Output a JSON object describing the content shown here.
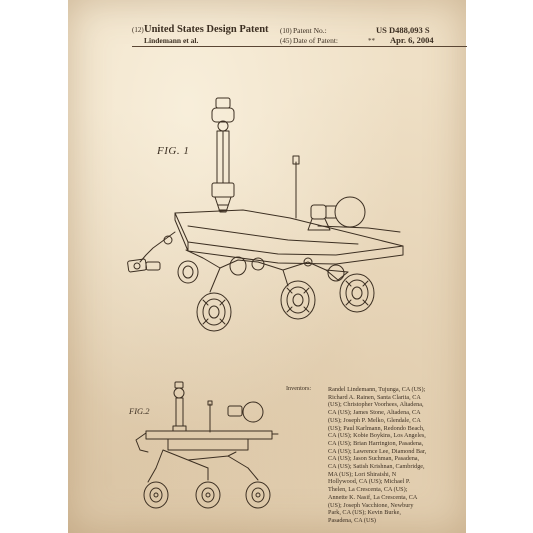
{
  "header": {
    "kind_code_label": "(12)",
    "title": "United States Design Patent",
    "inventor_short": "Lindemann et al.",
    "patent_no_code": "(10)",
    "patent_no_label": "Patent No.:",
    "patent_no_value": "US D488,093 S",
    "date_code": "(45)",
    "date_label": "Date of Patent:",
    "date_marker": "**",
    "date_value": "Apr. 6, 2004"
  },
  "figures": {
    "fig1_label": "FIG. 1",
    "fig2_label": "FIG.2"
  },
  "inventors": {
    "label": "Inventors:",
    "lines": [
      "Randel Lindemann, Tujunga, CA (US);",
      "Richard A. Rainen, Santa Clarita, CA",
      "(US); Christopher Voorhees, Altadena,",
      "CA (US); James Stone, Altadena, CA",
      "(US); Joseph P. Melko, Glendale, CA",
      "(US); Paul Karlmann, Redondo Beach,",
      "CA (US); Kobie Boykins, Los Angeles,",
      "CA (US); Brian Harrington, Pasadena,",
      "CA (US); Lawrence Lee, Diamond Bar,",
      "CA (US); Jason Suchman, Pasadena,",
      "CA (US); Satish Krishnan, Cambridge,",
      "MA (US); Lori Shiraishi, N",
      "Hollywood, CA (US); Michael P.",
      "Thelen, La Crescenta, CA (US);",
      "Annette K. Nasif, La Crescenta, CA",
      "(US); Joseph Vacchione, Newbury",
      "Park, CA (US); Kevin Burke,",
      "Pasadena, CA (US)"
    ]
  },
  "colors": {
    "paper": "#efe0c6",
    "ink": "#3c2f22"
  }
}
